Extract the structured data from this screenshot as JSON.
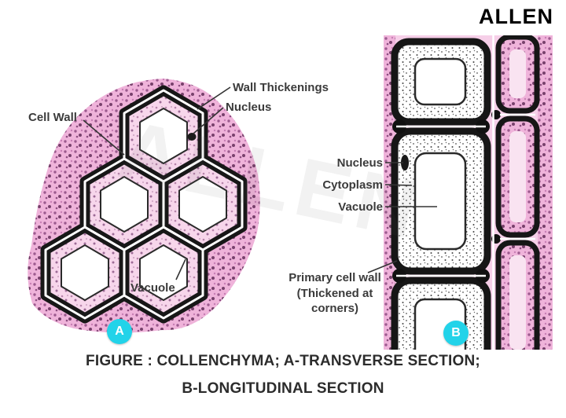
{
  "header": {
    "logo": "ALLEN"
  },
  "watermark": "ALLEN",
  "panel_a": {
    "badge_label": "A",
    "labels": {
      "wall_thickenings": "Wall Thickenings",
      "nucleus": "Nucleus",
      "cell_wall": "Cell Wall",
      "vacuole": "Vacuole"
    }
  },
  "panel_b": {
    "badge_label": "B",
    "labels": {
      "nucleus": "Nucleus",
      "cytoplasm": "Cytoplasm",
      "vacuole": "Vacuole",
      "primary_cell_wall": [
        "Primary cell wall",
        "(Thickened at",
        "corners)"
      ]
    }
  },
  "caption": {
    "line1": "FIGURE : COLLENCHYMA; A-TRANSVERSE SECTION;",
    "line2": "B-LONGITUDINAL SECTION"
  },
  "colors": {
    "badge_cyan": "#22d3e9",
    "wall_pink": "#efb3da",
    "wall_black": "#161616",
    "label_text": "#3b3b3b",
    "caption_text": "#2c2c2c"
  }
}
